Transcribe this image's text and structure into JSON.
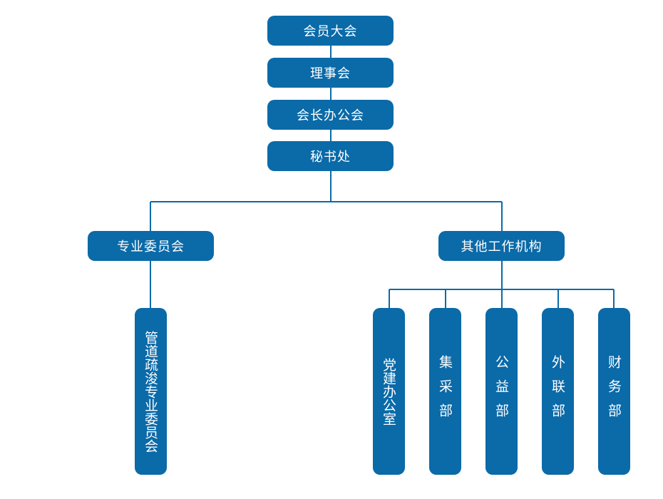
{
  "org": {
    "general_assembly": "会员大会",
    "council": "理事会",
    "president_office": "会长办公会",
    "secretariat": "秘书处",
    "committees": "专业委员会",
    "other_bodies": "其他工作机构",
    "pipeline_committee": "管道疏浚专业委员会",
    "party_office": "党建办公室",
    "procurement": "集采部",
    "public_welfare": "公益部",
    "external_relations": "外联部",
    "finance": "财务部"
  },
  "colors": {
    "box": "#0b6aa8",
    "line": "#0b6aa8",
    "text": "#ffffff"
  }
}
